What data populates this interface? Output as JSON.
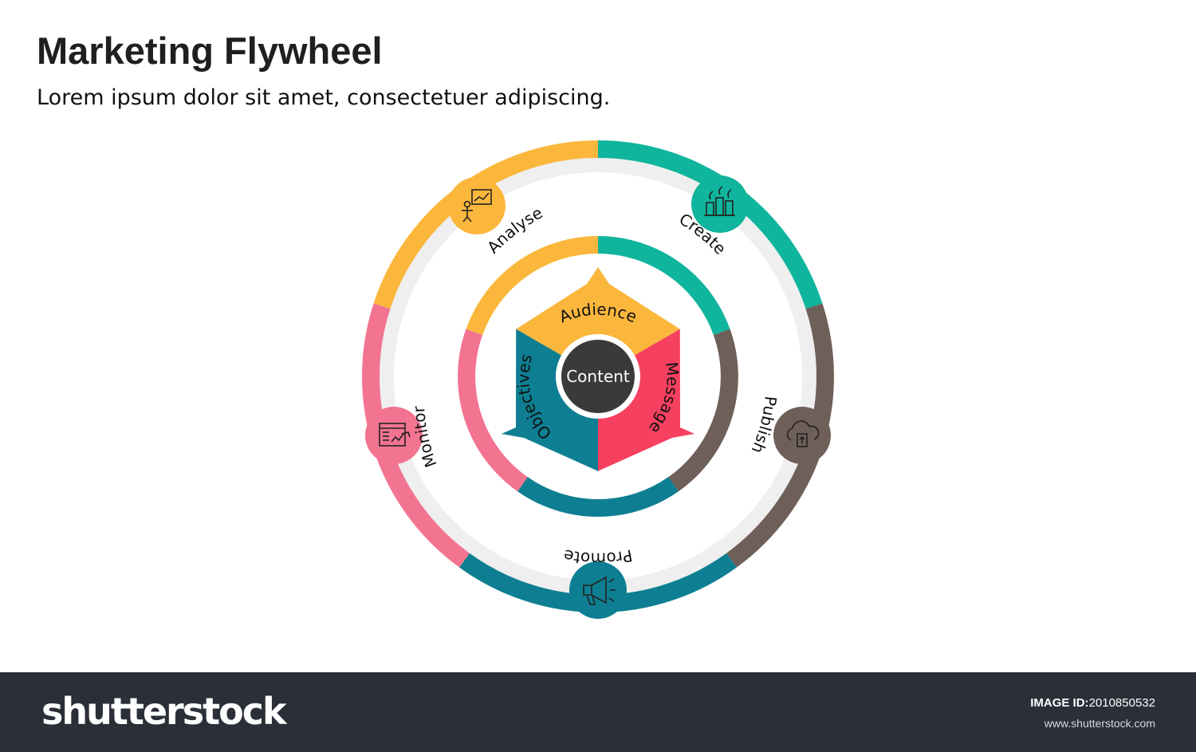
{
  "header": {
    "title": "Marketing Flywheel",
    "subtitle": "Lorem ipsum dolor sit amet, consectetuer adipiscing."
  },
  "colors": {
    "yellow": "#fbb73c",
    "teal": "#0fb59c",
    "brown": "#6e5f58",
    "blue": "#0e7f92",
    "pink": "#f27491",
    "red": "#f6405f",
    "center": "#3a3a3a",
    "band": "#efefef"
  },
  "center": {
    "label": "Content"
  },
  "inner_segments": [
    {
      "label": "Audience",
      "color": "yellow"
    },
    {
      "label": "Message",
      "color": "red"
    },
    {
      "label": "Objectives",
      "color": "blue"
    }
  ],
  "outer_stages": [
    {
      "label": "Analyse",
      "icon": "presentation-chart-icon",
      "color": "yellow"
    },
    {
      "label": "Create",
      "icon": "factory-icon",
      "color": "teal"
    },
    {
      "label": "Publish",
      "icon": "cloud-upload-icon",
      "color": "brown"
    },
    {
      "label": "Promote",
      "icon": "megaphone-icon",
      "color": "blue"
    },
    {
      "label": "Monitor",
      "icon": "analytics-dashboard-icon",
      "color": "pink"
    }
  ],
  "footer": {
    "logo": "shutterstock",
    "id_label": "IMAGE ID:",
    "image_id": "2010850532",
    "site": "www.shutterstock.com"
  }
}
